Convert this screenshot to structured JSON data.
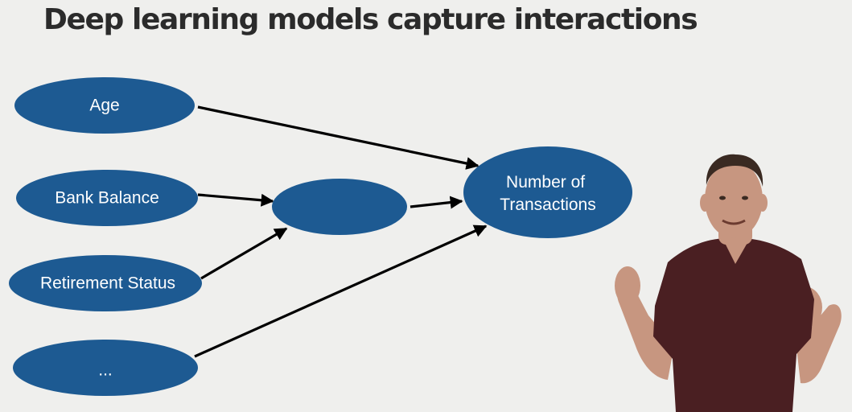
{
  "title": "Deep learning models capture interactions",
  "diagram": {
    "nodes": [
      {
        "id": "age",
        "label": "Age"
      },
      {
        "id": "bank-balance",
        "label": "Bank Balance"
      },
      {
        "id": "retirement-status",
        "label": "Retirement Status"
      },
      {
        "id": "more-inputs",
        "label": "..."
      },
      {
        "id": "hidden",
        "label": ""
      },
      {
        "id": "output",
        "label": "Number of Transactions"
      }
    ],
    "edges": [
      {
        "from": "age",
        "to": "output"
      },
      {
        "from": "bank-balance",
        "to": "hidden"
      },
      {
        "from": "retirement-status",
        "to": "hidden"
      },
      {
        "from": "hidden",
        "to": "output"
      },
      {
        "from": "more-inputs",
        "to": "output"
      }
    ],
    "colors": {
      "node_fill": "#1d5a92",
      "node_text": "#ffffff",
      "edge": "#000000",
      "background": "#efefed"
    }
  },
  "presenter": {
    "shirt_color": "#4a1f22"
  }
}
